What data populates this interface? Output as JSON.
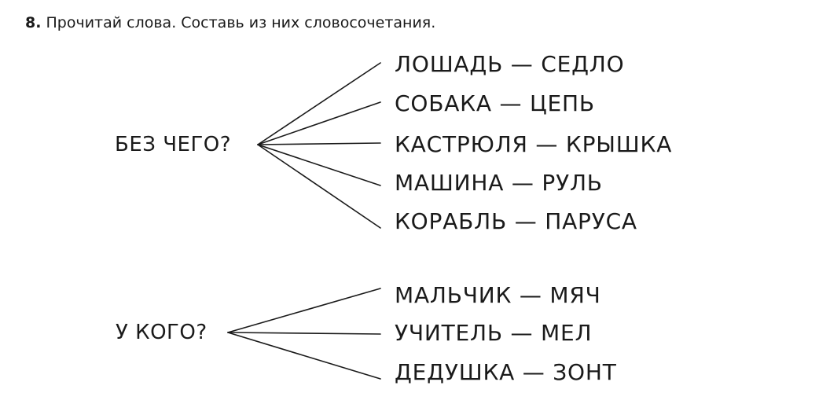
{
  "exercise": {
    "number": "8.",
    "instruction": "Прочитай слова. Составь из них словосочетания."
  },
  "groups": [
    {
      "question": "БЕЗ ЧЕГО?",
      "pairs": [
        "ЛОШАДЬ — СЕДЛО",
        "СОБАКА — ЦЕПЬ",
        "КАСТРЮЛЯ — КРЫШКА",
        "МАШИНА — РУЛЬ",
        "КОРАБЛЬ — ПАРУСА"
      ]
    },
    {
      "question": "У КОГО?",
      "pairs": [
        "МАЛЬЧИК — МЯЧ",
        "УЧИТЕЛЬ — МЕЛ",
        "ДЕДУШКА — ЗОНТ"
      ]
    }
  ]
}
